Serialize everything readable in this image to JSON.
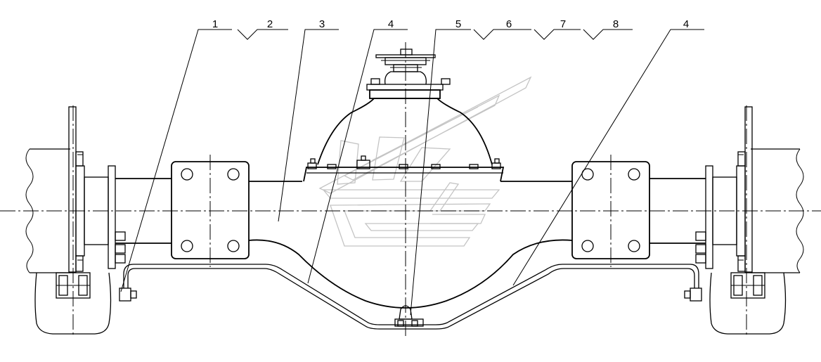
{
  "callouts": [
    {
      "label": "1"
    },
    {
      "label": "2"
    },
    {
      "label": "3"
    },
    {
      "label": "4"
    },
    {
      "label": "5"
    },
    {
      "label": "6"
    },
    {
      "label": "7"
    },
    {
      "label": "8"
    },
    {
      "label": "4"
    }
  ],
  "colors": {
    "line": "#000000",
    "background": "#ffffff",
    "watermark": "#c4c4c4"
  }
}
